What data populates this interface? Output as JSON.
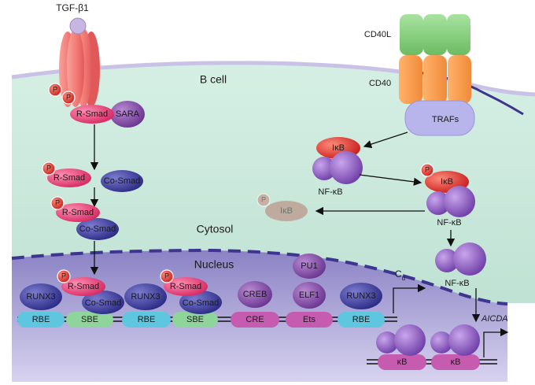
{
  "labels": {
    "tgf": "TGF-β1",
    "cd40l": "CD40L",
    "cd40": "CD40",
    "bcell": "B cell",
    "cytosol": "Cytosol",
    "nucleus": "Nucleus",
    "rsmad": "R-Smad",
    "cosmad": "Co-Smad",
    "sara": "SARA",
    "p": "P",
    "trafs": "TRAFs",
    "ikb": "IκB",
    "nfkb": "NF-κB",
    "runx3": "RUNX3",
    "rbe": "RBE",
    "sbe": "SBE",
    "creb": "CREB",
    "cre": "CRE",
    "pu1": "PU1",
    "elf1": "ELF1",
    "ets": "Ets",
    "calpha": "C",
    "calpha_sub": "α",
    "kb": "κB",
    "aicda": "AICDA"
  },
  "colors": {
    "cytosol": "#c8e6da",
    "nucleus": "#9b93c7",
    "membrane": "#3d3590",
    "rsmad": "#e83c78",
    "cosmad": "#3f3fa0",
    "sara": "#8a4fa8",
    "phospho": "#e23c3c",
    "ikb": "#e03a3a",
    "nfkb": "#8e5cc0",
    "trafs": "#b4b4e8",
    "cd40": "#f59a4a",
    "cd40l": "#86cf7a",
    "receptor": "#f07f7a",
    "element_blue": "#5cc8e0",
    "element_green": "#8ed49a",
    "element_pink": "#c25ab0"
  }
}
